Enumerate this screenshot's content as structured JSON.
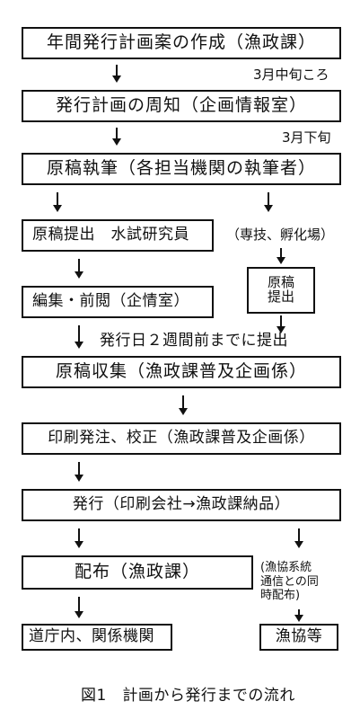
{
  "boxes": {
    "plan_creation": "年間発行計画案の作成（漁政課）",
    "plan_notice": "発行計画の周知（企画情報室）",
    "writing": "原稿執筆（各担当機関の執筆者）",
    "submit_suishi": "原稿提出　水試研究員",
    "senkyo": "（専技、孵化場）",
    "editing": "編集・前閲（企情室）",
    "submit_line1": "原稿",
    "submit_line2": "提出",
    "collection": "原稿収集（漁政課普及企画係）",
    "print_order": "印刷発注、校正（漁政課普及企画係）",
    "publication": "発行（印刷会社→漁政課納品）",
    "distribution": "配布（漁政課）",
    "gyokyo_note_line1": "(漁協系統",
    "gyokyo_note_line2": "通信との同",
    "gyokyo_note_line3": "時配布)",
    "douchou": "道庁内、関係機関",
    "gyokyo": "漁協等"
  },
  "timing": {
    "mid_march": "3月中旬ころ",
    "late_march": "3月下旬",
    "two_weeks": "発行日２週間前までに提出"
  },
  "caption": "図1　計画から発行までの流れ"
}
